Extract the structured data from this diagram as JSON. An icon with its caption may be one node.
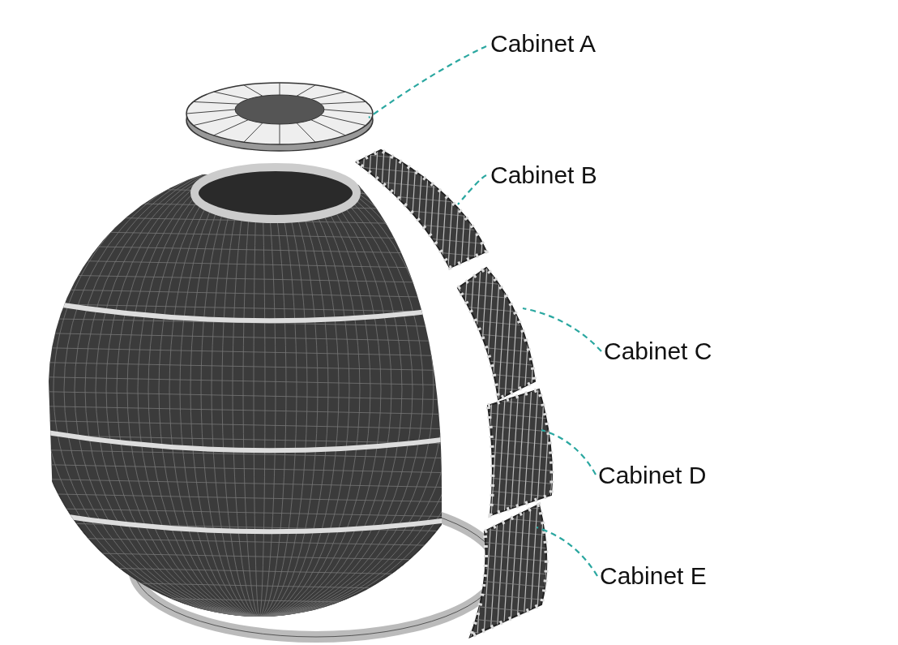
{
  "diagram": {
    "nodes": [
      {
        "text": [
          "Cabinet A"
        ]
      },
      {
        "text": [
          "Cabinet B"
        ]
      },
      {
        "text": [
          "Cabinet C"
        ]
      },
      {
        "text": [
          "Cabinet D"
        ]
      },
      {
        "text": [
          "Cabinet E"
        ]
      },
      {
        "text": [],
        "shape": "picture"
      },
      {
        "text": [],
        "shape": "picture"
      },
      {
        "text": [],
        "shape": "picture"
      },
      {
        "text": [],
        "shape": "picture"
      },
      {
        "text": [],
        "shape": "picture"
      }
    ],
    "edges": [
      {
        "from": 0,
        "to": 5,
        "arrow": "none",
        "style": "dashed"
      },
      {
        "from": 1,
        "to": 6,
        "arrow": "none",
        "style": "dashed"
      },
      {
        "from": 2,
        "to": 7,
        "arrow": "none",
        "style": "dashed"
      },
      {
        "from": 3,
        "to": 8,
        "arrow": "none",
        "style": "dashed"
      },
      {
        "from": 4,
        "to": 9,
        "arrow": "none",
        "style": "dashed"
      }
    ]
  }
}
